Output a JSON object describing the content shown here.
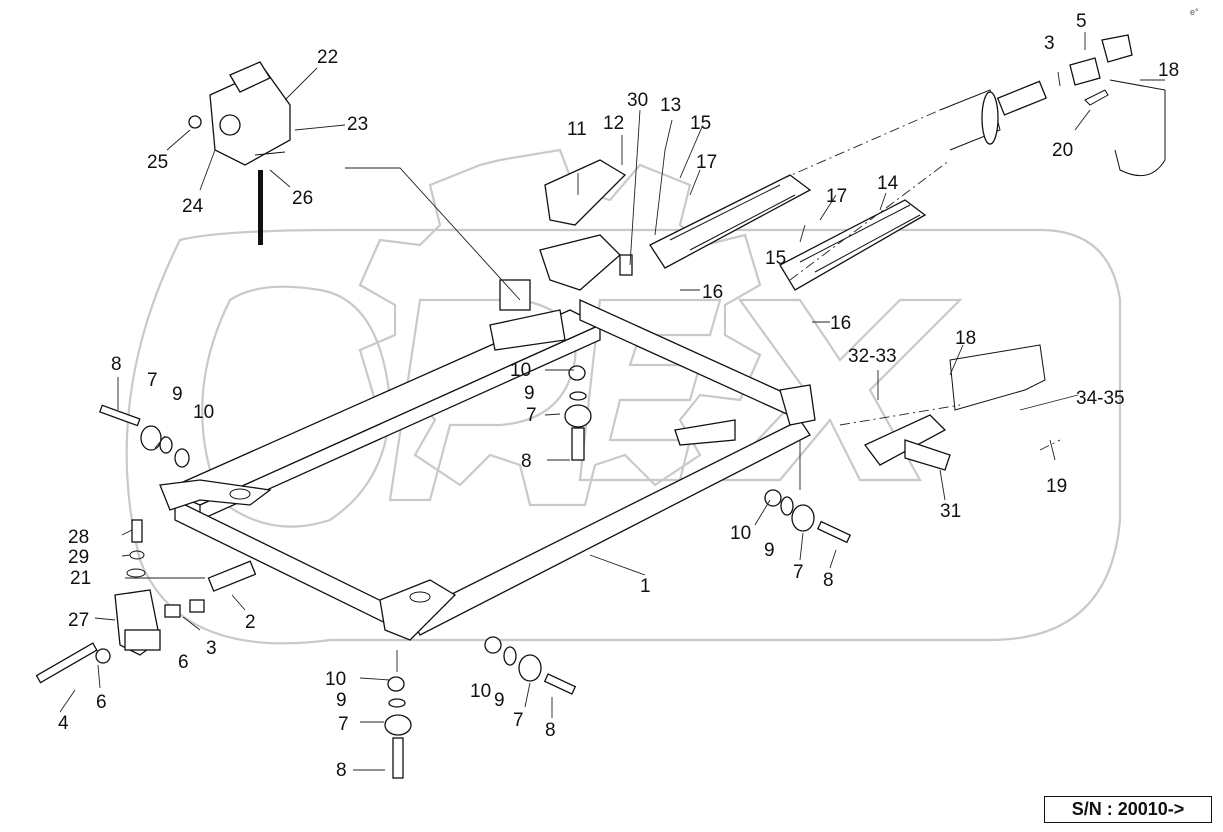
{
  "serial_number": "S/N : 20010->",
  "callouts": {
    "c1": "1",
    "c2": "2",
    "c3a": "3",
    "c3b": "3",
    "c4": "4",
    "c5": "5",
    "c6a": "6",
    "c6b": "6",
    "c7a": "7",
    "c7b": "7",
    "c7c": "7",
    "c7d": "7",
    "c7e": "7",
    "c8a": "8",
    "c8b": "8",
    "c8c": "8",
    "c8d": "8",
    "c8e": "8",
    "c9a": "9",
    "c9b": "9",
    "c9c": "9",
    "c9d": "9",
    "c9e": "9",
    "c10a": "10",
    "c10b": "10",
    "c10c": "10",
    "c10d": "10",
    "c10e": "10",
    "c11": "11",
    "c12": "12",
    "c13": "13",
    "c14": "14",
    "c15a": "15",
    "c15b": "15",
    "c16a": "16",
    "c16b": "16",
    "c17a": "17",
    "c17b": "17",
    "c18a": "18",
    "c18b": "18",
    "c19": "19",
    "c20": "20",
    "c21": "21",
    "c22": "22",
    "c23": "23",
    "c24": "24",
    "c25": "25",
    "c26": "26",
    "c27": "27",
    "c28": "28",
    "c29": "29",
    "c30": "30",
    "c31": "31",
    "c32_33": "32-33",
    "c34_35": "34-35"
  },
  "watermark": "OPEX"
}
